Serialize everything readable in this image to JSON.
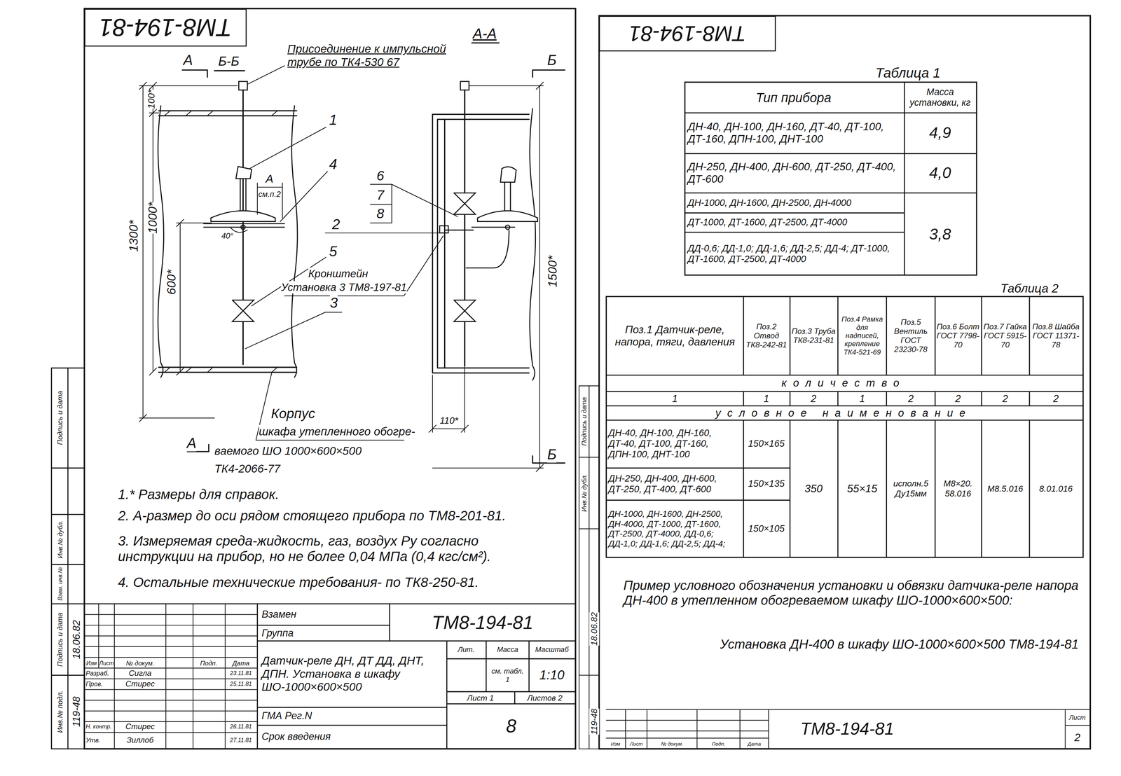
{
  "diagram": {
    "nodes": [
      {
        "text": [
          "ТМ8-194-81"
        ]
      },
      {
        "text": [
          "ТМ8-194-81"
        ]
      }
    ],
    "labels": [
      "Присоединение к импульсной трубе по ТК4-530 67",
      "А",
      "Б-Б",
      "А-А",
      "Б",
      "100*",
      "1300*",
      "1000*",
      "600*",
      "1",
      "А",
      "см.п.2",
      "4",
      "40°",
      "6",
      "7",
      "8",
      "2",
      "5",
      "Кронштейн",
      "Установка 3 ТМ8-197-81",
      "3",
      "1500*",
      "110*",
      "Корпус",
      "шкафа утепленного обогре-",
      "ваемого ШО 1000×600×500",
      "ТК4-2066-77",
      "А",
      "Б",
      "1.* Размеры для справок.",
      "2. А-размер до оси рядом стоящего прибора по ТМ8-201-81.",
      "3. Измеряемая среда-жидкость, газ, воздух Ру согласно инструкции на прибор, но не более 0,04 МПа (0,4 кгс/см²).",
      "4. Остальные технические требования- по ТК8-250-81.",
      "Взамен",
      "Группа",
      "ТМ8-194-81",
      "Датчик-реле ДН, ДТ ДД, ДНТ, ДПН. Установка в шкафу ШО-1000×600×500",
      "Лит.",
      "Масса",
      "Масштаб",
      "см. табл. 1",
      "1:10",
      "Лист 1",
      "Листов 2",
      "8",
      "ГМА Рег.N",
      "Срок введения",
      "Изм",
      "Лист",
      "№ докум.",
      "Подп.",
      "Дата",
      "Разраб.",
      "Сигла",
      "23.11.81",
      "Пров.",
      "Стирес",
      "25.11.81",
      "Н. контр.",
      "Стирес",
      "26.11.81",
      "Утв.",
      "Зиллоб",
      "27.11.81",
      "Подпись и дата",
      "Инв.№ дубл.",
      "Взам. инв.№",
      "Подпись и дата",
      "Инв.№ подл.",
      "18.06.82",
      "119-48",
      "Таблица 1",
      "Тип прибора",
      "Масса установки, кг",
      "ДН-40, ДН-100, ДН-160, ДТ-40, ДТ-100, ДТ-160, ДПН-100, ДНТ-100",
      "4,9",
      "ДН-250, ДН-400, ДН-600, ДТ-250, ДТ-400, ДТ-600",
      "4,0",
      "ДН-1000, ДН-1600, ДН-2500, ДН-4000",
      "ДТ-1000, ДТ-1600, ДТ-2500, ДТ-4000",
      "ДД-0,6; ДД-1,0; ДД-1,6; ДД-2,5; ДД-4; ДТ-1000, ДТ-1600, ДТ-2500, ДТ-4000",
      "3,8",
      "Таблица 2",
      "Поз.1 Датчик-реле, напора, тяги, давления",
      "Поз.2 Отвод ТК8-242-81",
      "Поз.3 Труба ТК8-231-81",
      "Поз.4 Рамка для надписей, крепление ТК4-521-69",
      "Поз.5 Вентиль ГОСТ 23230-78",
      "Поз.6 Болт ГОСТ 7798-70",
      "Поз.7 Гайка ГОСТ 5915-70",
      "Поз.8 Шайба ГОСТ 11371-78",
      "количество",
      "1",
      "1",
      "2",
      "1",
      "2",
      "2",
      "2",
      "2",
      "условное наименование",
      "ДН-40, ДН-100, ДН-160, ДТ-40, ДТ-100, ДТ-160, ДПН-100, ДНТ-100",
      "150×165",
      "ДН-250, ДН-400, ДН-600, ДТ-250, ДТ-400, ДТ-600",
      "150×135",
      "ДН-1000, ДН-1600, ДН-2500, ДН-4000, ДТ-1000, ДТ-1600, ДТ-2500, ДТ-4000, ДД-0,6; ДД-1,0; ДД-1,6; ДД-2,5; ДД-4;",
      "150×105",
      "350",
      "55×15",
      "исполн.5 Ду15мм",
      "М8×20. 58.016",
      "М8.5.016",
      "8.01.016",
      "Пример условного обозначения установки и обвязки датчика-реле напора ДН-400 в утепленном обогреваемом шкафу ШО-1000×600×500:",
      "Установка ДН-400 в шкафу ШО-1000×600×500 ТМ8-194-81",
      "ТМ8-194-81",
      "Лист",
      "2",
      "Изм",
      "Лист",
      "№ докум.",
      "Подп.",
      "Дата",
      "Подпись и дата",
      "Инв.№ дубл.",
      "18.06.82",
      "119-48"
    ]
  }
}
